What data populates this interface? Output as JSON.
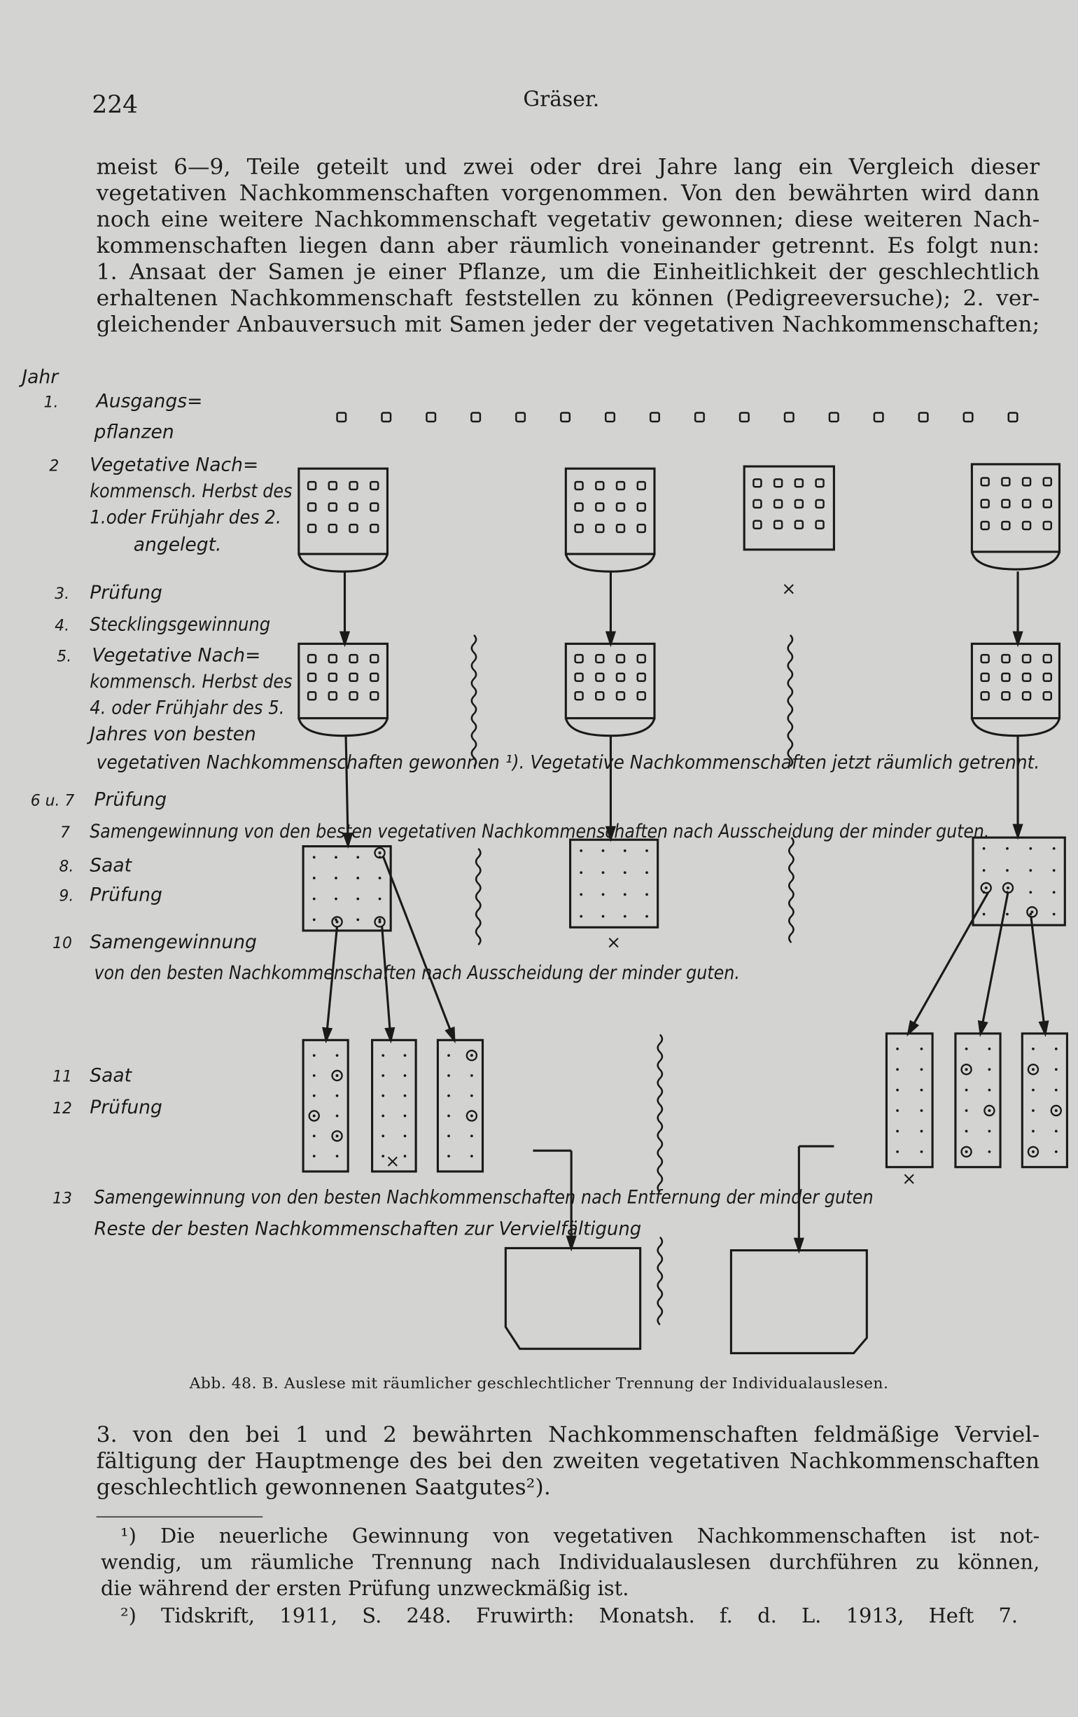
{
  "header": {
    "page_number": "224",
    "running_title": "Gräser."
  },
  "body_top": [
    "meist 6—9, Teile geteilt und zwei oder drei Jahre lang ein Vergleich dieser",
    "vegetativen Nachkommenschaften vorgenommen. Von den bewährten wird dann",
    "noch eine weitere Nachkommenschaft vegetativ gewonnen; diese weiteren Nach-",
    "kommenschaften liegen dann aber räumlich voneinander getrennt. Es folgt nun:",
    "1. Ansaat der Samen je einer Pflanze, um die Einheitlichkeit der geschlechtlich",
    "erhaltenen Nachkommenschaft feststellen zu können (Pedigreeversuche); 2. ver-",
    "gleichender Anbauversuch mit Samen jeder der vegetativen Nachkommenschaften;"
  ],
  "diagram": {
    "jahr": "Jahr",
    "n1": "1.",
    "l1a": "Ausgangs=",
    "l1b": "pflanzen",
    "n2": "2",
    "l2a": "Vegetative Nach=",
    "l2b": "kommensch. Herbst des",
    "l2c": "1.oder Frühjahr des 2.",
    "l2d": "angelegt.",
    "n3": "3.",
    "l3": "Prüfung",
    "n4": "4.",
    "l4": "Stecklingsgewinnung",
    "n5": "5.",
    "l5a": "Vegetative Nach=",
    "l5b": "kommensch. Herbst des",
    "l5c": "4. oder Frühjahr des 5.",
    "l5d": "Jahres von besten",
    "l5e": "vegetativen Nachkommenschaften gewonnen ¹). Vegetative Nachkommenschaften jetzt räumlich getrennt.",
    "n67": "6 u. 7",
    "l67": "Prüfung",
    "n7": "7",
    "l7": "Samengewinnung von den besten vegetativen Nachkommenschaften nach Ausscheidung der minder guten.",
    "n8": "8.",
    "l8": "Saat",
    "n9": "9.",
    "l9": "Prüfung",
    "n10": "10",
    "l10a": "Samengewinnung",
    "l10b": "von den besten Nachkommenschaften nach Ausscheidung der minder guten.",
    "n11": "11",
    "l11": "Saat",
    "n12": "12",
    "l12": "Prüfung",
    "n13": "13",
    "l13a": "Samengewinnung von den besten Nachkommenschaften nach Entfernung der minder guten",
    "l13b": "Reste der besten Nachkommenschaften zur Vervielfältigung",
    "cross": "×"
  },
  "caption": "Abb. 48.   B. Auslese mit räumlicher geschlechtlicher Trennung der Individualauslesen.",
  "body_bottom": [
    "3. von den bei 1 und 2 bewährten Nachkommenschaften feldmäßige Verviel-",
    "fältigung der Hauptmenge des bei den zweiten vegetativen Nachkommenschaften",
    "geschlechtlich gewonnenen Saatgutes²)."
  ],
  "footnotes": [
    "¹) Die neuerliche Gewinnung von vegetativen Nachkommenschaften ist not-",
    "wendig, um räumliche Trennung nach Individualauslesen durchführen zu können,",
    "die während der ersten Prüfung unzweckmäßig ist.",
    "²) Tidskrift, 1911, S. 248. Fruwirth: Monatsh. f. d. L. 1913, Heft 7."
  ]
}
